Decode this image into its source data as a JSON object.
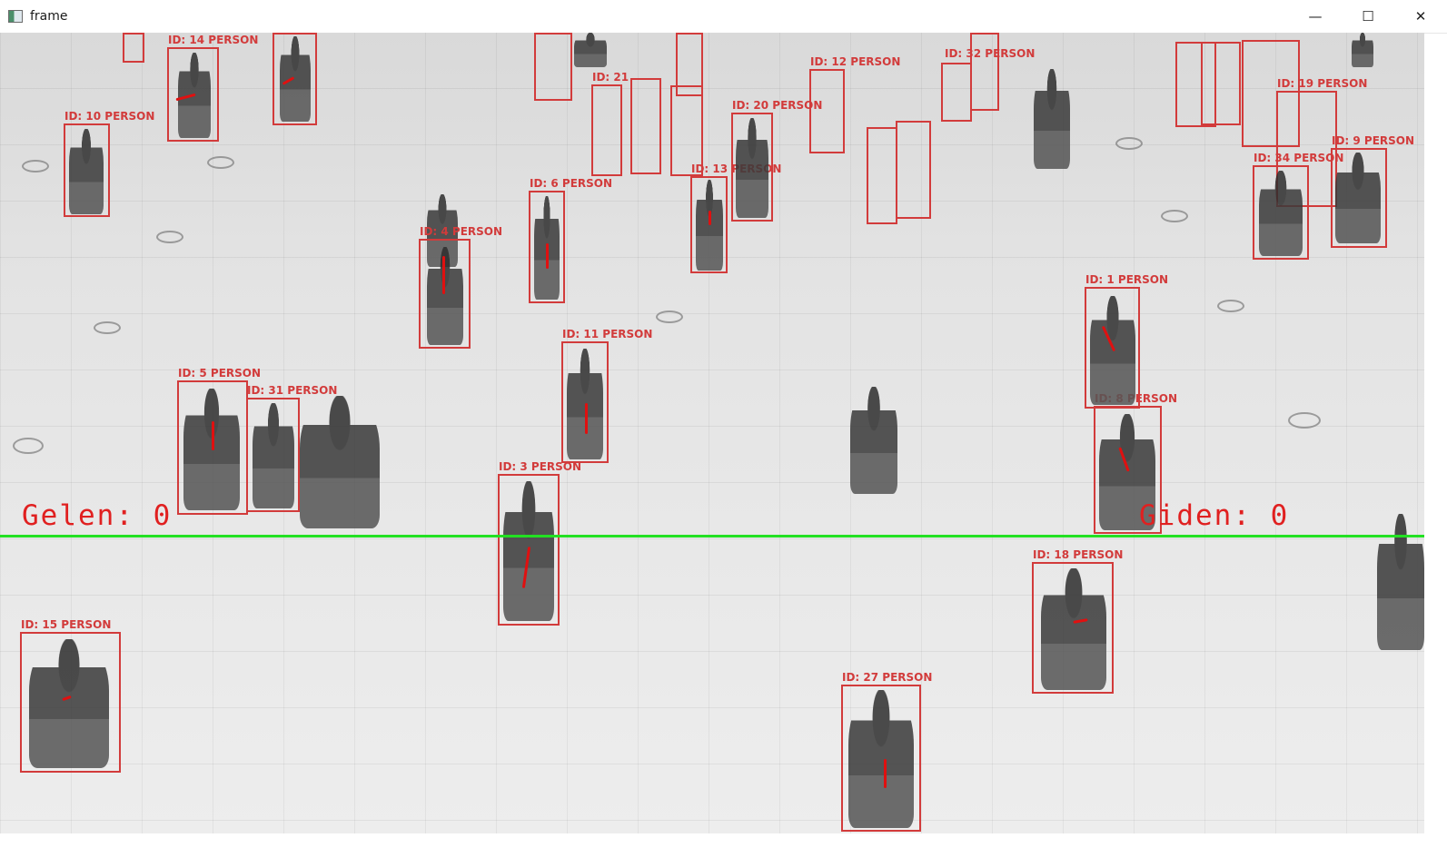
{
  "window": {
    "title": "frame",
    "minimize_glyph": "—",
    "maximize_glyph": "☐",
    "close_glyph": "✕"
  },
  "video": {
    "line_color": "#22e022",
    "box_color": "#d23b3b",
    "counters": {
      "incoming": "Gelen: 0",
      "outgoing": "Giden: 0"
    },
    "detections": [
      {
        "label": "ID: 14 PERSON"
      },
      {
        "label": "ID: 10 PERSON"
      },
      {
        "label": "ID: 21"
      },
      {
        "label": "ID: 20 PERSON"
      },
      {
        "label": "ID: 12 PERSON"
      },
      {
        "label": "ID: 32 PERSON"
      },
      {
        "label": "ID: 19 PERSON"
      },
      {
        "label": "ID: 9 PERSON"
      },
      {
        "label": "ID: 34 PERSON"
      },
      {
        "label": "ID: 13 PERSON"
      },
      {
        "label": "ID: 6 PERSON"
      },
      {
        "label": "ID: 4 PERSON"
      },
      {
        "label": "ID: 1 PERSON"
      },
      {
        "label": "ID: 11 PERSON"
      },
      {
        "label": "ID: 5 PERSON"
      },
      {
        "label": "ID: 31 PERSON"
      },
      {
        "label": "ID: 3 PERSON"
      },
      {
        "label": "ID: 8 PERSON"
      },
      {
        "label": "ID: 18 PERSON"
      },
      {
        "label": "ID: 15 PERSON"
      },
      {
        "label": "ID: 27 PERSON"
      }
    ]
  }
}
